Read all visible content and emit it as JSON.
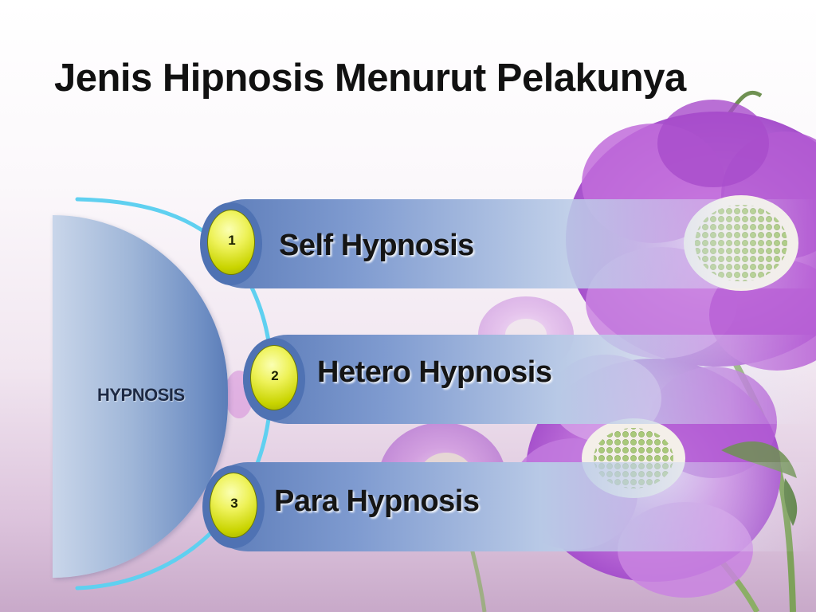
{
  "slide": {
    "title": "Jenis Hipnosis Menurut Pelakunya",
    "hub": {
      "label": "HYPNOSIS"
    },
    "items": [
      {
        "number": "1",
        "label": "Self Hypnosis"
      },
      {
        "number": "2",
        "label": "Hetero Hypnosis"
      },
      {
        "number": "3",
        "label": "Para Hypnosis"
      }
    ]
  },
  "colors": {
    "bar_blue": "#5a7ab7",
    "ring_blue": "#4f72b3",
    "badge_yellow": "#e6ec3a",
    "arc_cyan": "#5fd0f0",
    "flower_violet": "#b15fd4",
    "flower_center": "#cfe3a8"
  },
  "icons": {
    "decoration": "violet-scabiosa-flowers"
  }
}
